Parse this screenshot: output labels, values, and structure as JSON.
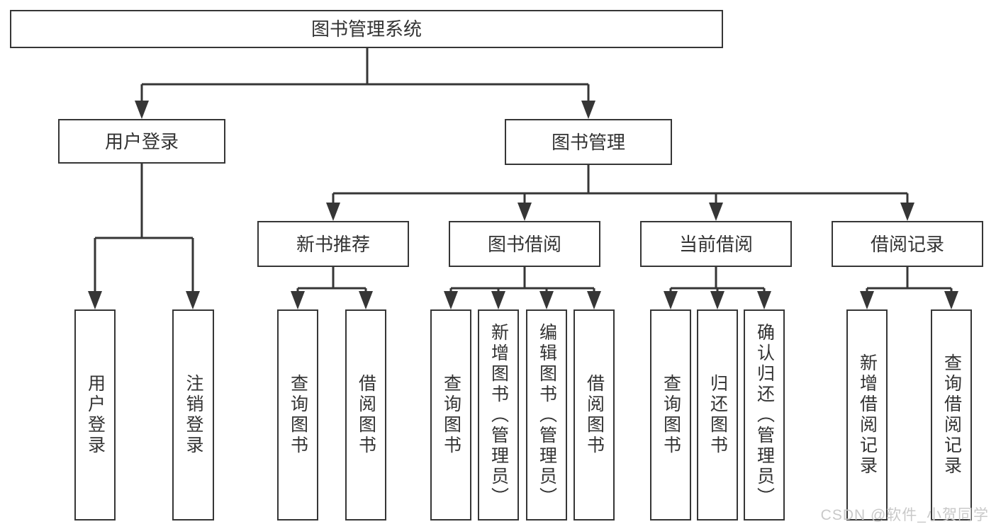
{
  "diagram": {
    "root": {
      "label": "图书管理系统",
      "children": [
        {
          "label": "用户登录",
          "children": [
            {
              "label": "用户登录"
            },
            {
              "label": "注销登录"
            }
          ]
        },
        {
          "label": "图书管理",
          "children": [
            {
              "label": "新书推荐",
              "children": [
                {
                  "label": "查询图书"
                },
                {
                  "label": "借阅图书"
                }
              ]
            },
            {
              "label": "图书借阅",
              "children": [
                {
                  "label": "查询图书"
                },
                {
                  "label": "新增图书（管理员）"
                },
                {
                  "label": "编辑图书（管理员）"
                },
                {
                  "label": "借阅图书"
                }
              ]
            },
            {
              "label": "当前借阅",
              "children": [
                {
                  "label": "查询图书"
                },
                {
                  "label": "归还图书"
                },
                {
                  "label": "确认归还（管理员）"
                }
              ]
            },
            {
              "label": "借阅记录",
              "children": [
                {
                  "label": "新增借阅记录"
                },
                {
                  "label": "查询借阅记录"
                }
              ]
            }
          ]
        }
      ]
    }
  },
  "watermark": "CSDN @软件_小贺同学",
  "colors": {
    "line": "#363636",
    "box_border": "#363636",
    "text": "#333333",
    "watermark": "#c9c9c9",
    "background": "#ffffff"
  }
}
